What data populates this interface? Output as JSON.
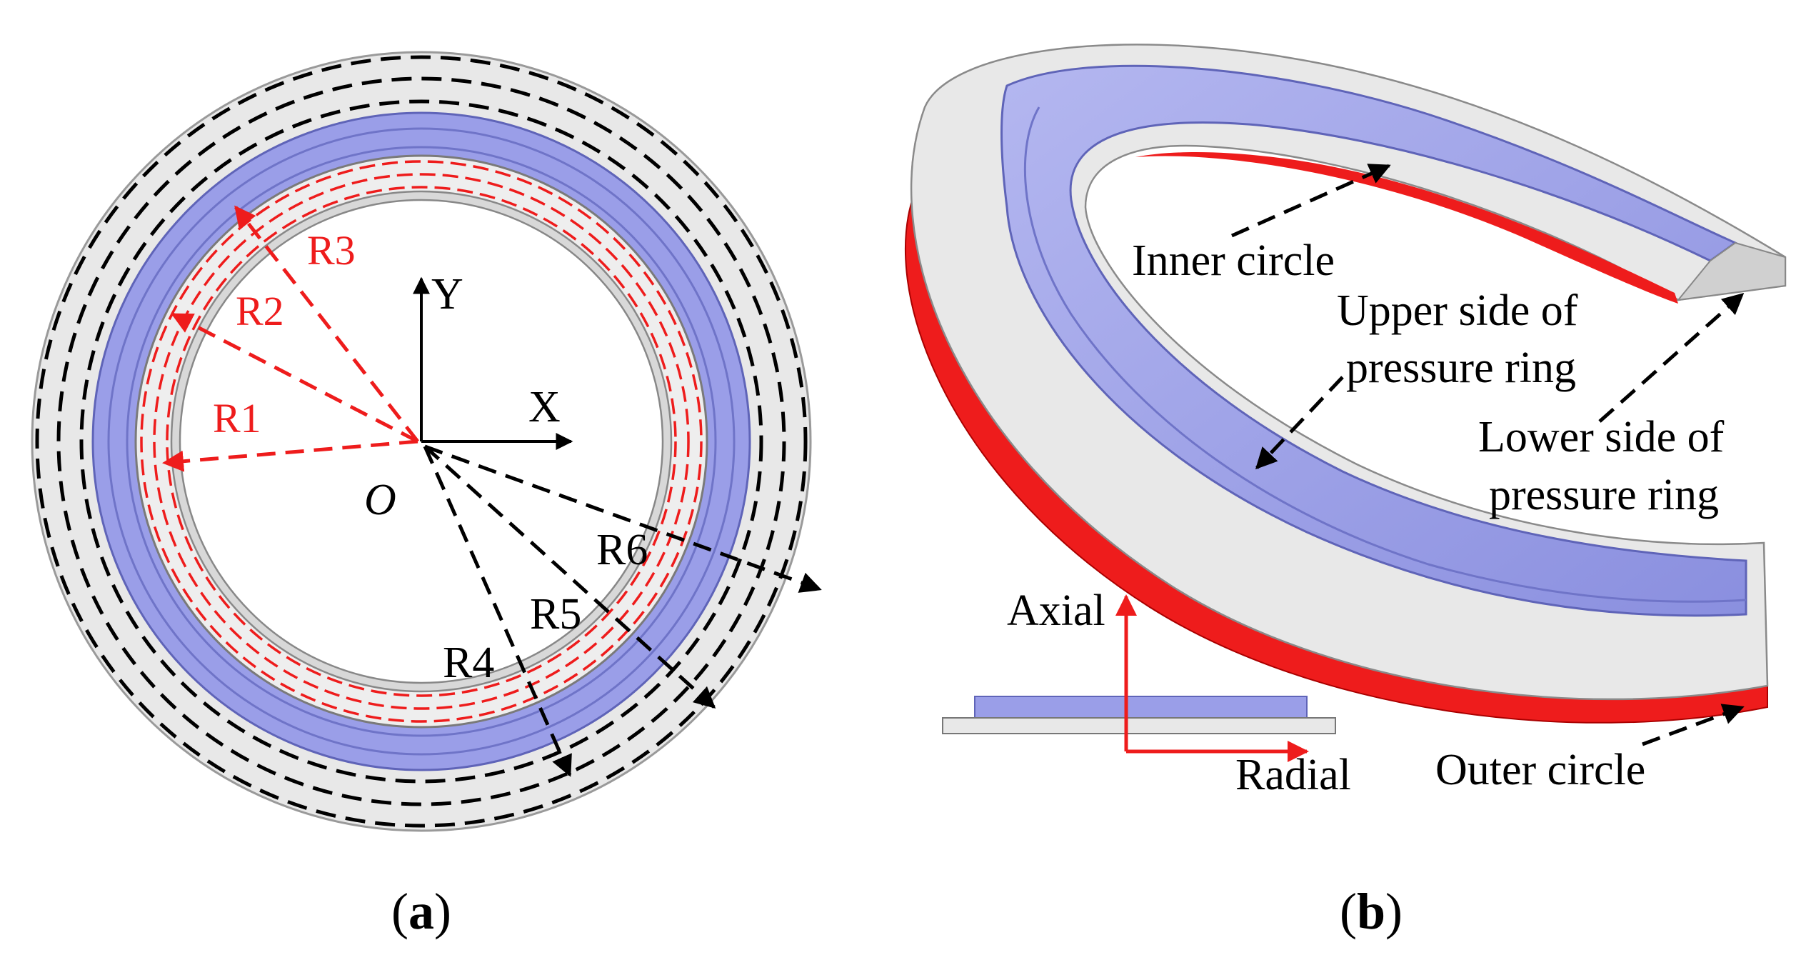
{
  "panel_a": {
    "caption_open": "(",
    "caption_letter": "a",
    "caption_close": ")",
    "axis_y": "Y",
    "axis_x": "X",
    "origin": "O",
    "radii_inner": [
      "R1",
      "R2",
      "R3"
    ],
    "radii_outer": [
      "R4",
      "R5",
      "R6"
    ]
  },
  "panel_b": {
    "caption_open": "(",
    "caption_letter": "b",
    "caption_close": ")",
    "inner_circle": "Inner circle",
    "upper_side_line1": "Upper side of",
    "upper_side_line2": "pressure ring",
    "lower_side_line1": "Lower side of",
    "lower_side_line2": "pressure ring",
    "outer_circle": "Outer circle",
    "axial": "Axial",
    "radial": "Radial"
  },
  "colors": {
    "ring_blue": "#9a9ee8",
    "ring_blue_dark": "#6f74c8",
    "ring_gray": "#e6e6e6",
    "ring_red": "#ee1c1c",
    "arrow_red": "#ee1c1c",
    "arrow_black": "#000000"
  }
}
